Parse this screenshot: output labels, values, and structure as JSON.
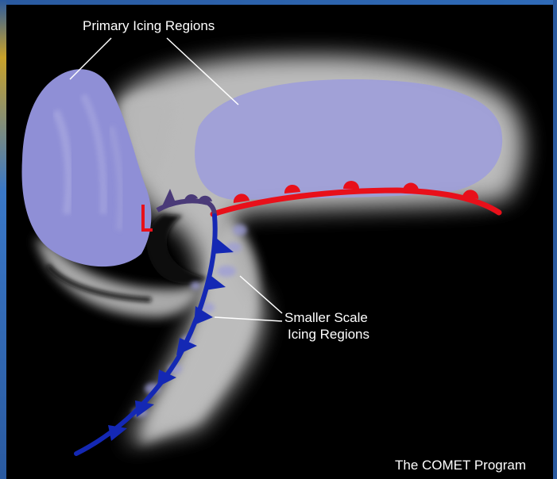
{
  "labels": {
    "primary_icing": "Primary Icing Regions",
    "smaller_icing_line1": "Smaller Scale",
    "smaller_icing_line2": "Icing Regions",
    "credit": "The COMET Program"
  },
  "colors": {
    "background": "#000000",
    "cloud": "#c8c8c8",
    "icing": "#8f8fd6",
    "warm_front": "#e8101a",
    "cold_front": "#1428b4",
    "occluded_front": "#4a3a78",
    "text": "#ffffff"
  }
}
